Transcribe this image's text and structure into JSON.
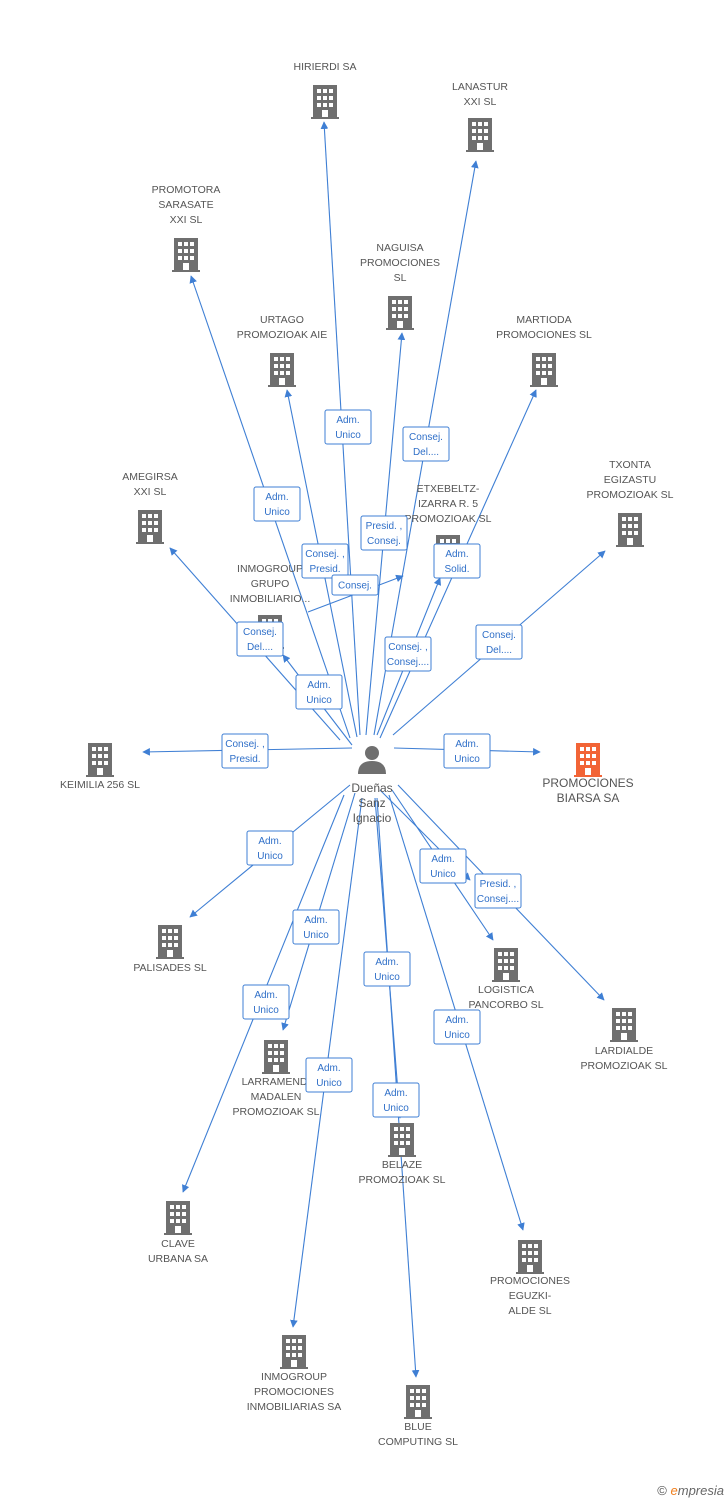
{
  "colors": {
    "edge": "#3f7fd4",
    "building": "#6f6f6f",
    "main_building": "#f26436",
    "person": "#6f6f6f"
  },
  "center": {
    "name_lines": [
      "Dueñas",
      "Sanz",
      "Ignacio"
    ],
    "icon": "person-icon"
  },
  "companies": [
    {
      "id": "hirierdi",
      "lines": [
        "HIRIERDI SA"
      ],
      "icon": "building-icon"
    },
    {
      "id": "lanastur",
      "lines": [
        "LANASTUR",
        "XXI SL"
      ],
      "icon": "building-icon"
    },
    {
      "id": "promotora-sarasate",
      "lines": [
        "PROMOTORA",
        "SARASATE",
        "XXI SL"
      ],
      "icon": "building-icon"
    },
    {
      "id": "naguisa",
      "lines": [
        "NAGUISA",
        "PROMOCIONES",
        "SL"
      ],
      "icon": "building-icon"
    },
    {
      "id": "urtago",
      "lines": [
        "URTAGO",
        "PROMOZIOAK AIE"
      ],
      "icon": "building-icon"
    },
    {
      "id": "martioda",
      "lines": [
        "MARTIODA",
        "PROMOCIONES SL"
      ],
      "icon": "building-icon"
    },
    {
      "id": "amegirsa",
      "lines": [
        "AMEGIRSA",
        "XXI SL"
      ],
      "icon": "building-icon"
    },
    {
      "id": "etxebeltz",
      "lines": [
        "ETXEBELTZ-",
        "IZARRA R. 5",
        "PROMOZIOAK SL"
      ],
      "icon": "building-icon"
    },
    {
      "id": "txonta",
      "lines": [
        "TXONTA",
        "EGIZASTU",
        "PROMOZIOAK SL"
      ],
      "icon": "building-icon"
    },
    {
      "id": "inmogroup-grupo",
      "lines": [
        "INMOGROUP",
        "GRUPO",
        "INMOBILIARIO..."
      ],
      "icon": "building-icon"
    },
    {
      "id": "keimilia",
      "lines": [
        "KEIMILIA 256 SL"
      ],
      "icon": "building-icon"
    },
    {
      "id": "promociones-biarsa",
      "lines": [
        "PROMOCIONES",
        "BIARSA SA"
      ],
      "icon": "building-icon",
      "main": true
    },
    {
      "id": "palisades",
      "lines": [
        "PALISADES SL"
      ],
      "icon": "building-icon"
    },
    {
      "id": "logistica",
      "lines": [
        "LOGISTICA",
        "PANCORBO SL"
      ],
      "icon": "building-icon"
    },
    {
      "id": "lardialde",
      "lines": [
        "LARDIALDE",
        "PROMOZIOAK SL"
      ],
      "icon": "building-icon"
    },
    {
      "id": "larramendi",
      "lines": [
        "LARRAMENDI",
        "MADALEN",
        "PROMOZIOAK SL"
      ],
      "icon": "building-icon"
    },
    {
      "id": "belaze",
      "lines": [
        "BELAZE",
        "PROMOZIOAK SL"
      ],
      "icon": "building-icon"
    },
    {
      "id": "clave",
      "lines": [
        "CLAVE",
        "URBANA SA"
      ],
      "icon": "building-icon"
    },
    {
      "id": "eguzki",
      "lines": [
        "PROMOCIONES",
        "EGUZKI-",
        "ALDE SL"
      ],
      "icon": "building-icon"
    },
    {
      "id": "inmogroup-promociones",
      "lines": [
        "INMOGROUP",
        "PROMOCIONES",
        "INMOBILIARIAS SA"
      ],
      "icon": "building-icon"
    },
    {
      "id": "blue",
      "lines": [
        "BLUE",
        "COMPUTING SL"
      ],
      "icon": "building-icon"
    }
  ],
  "roles": [
    {
      "target": "hirierdi",
      "lines": [
        "Adm.",
        "Unico"
      ]
    },
    {
      "target": "lanastur",
      "lines": [
        "Consej.",
        "Del...."
      ]
    },
    {
      "target": "promotora-sarasate",
      "lines": [
        "Adm.",
        "Unico"
      ]
    },
    {
      "target": "naguisa",
      "lines": [
        "Presid. ,",
        "Consej."
      ]
    },
    {
      "target": "urtago",
      "lines": [
        "Consej. ,",
        "Presid."
      ]
    },
    {
      "target": "etxebeltz",
      "lines": [
        "Consej."
      ]
    },
    {
      "target": "martioda",
      "lines": [
        "Adm.",
        "Solid."
      ]
    },
    {
      "target": "txonta",
      "lines": [
        "Consej.",
        "Del...."
      ]
    },
    {
      "target": "amegirsa",
      "lines": [
        "Consej.",
        "Del...."
      ]
    },
    {
      "target": "inmogroup-grupo",
      "lines": [
        "Adm.",
        "Unico"
      ]
    },
    {
      "target": "center-up",
      "lines": [
        "Consej. ,",
        "Consej...."
      ]
    },
    {
      "target": "keimilia",
      "lines": [
        "Consej. ,",
        "Presid."
      ]
    },
    {
      "target": "promociones-biarsa",
      "lines": [
        "Adm.",
        "Unico"
      ]
    },
    {
      "target": "palisades",
      "lines": [
        "Adm.",
        "Unico"
      ]
    },
    {
      "target": "logistica",
      "lines": [
        "Adm.",
        "Unico"
      ]
    },
    {
      "target": "lardialde",
      "lines": [
        "Presid. ,",
        "Consej...."
      ]
    },
    {
      "target": "larramendi",
      "lines": [
        "Adm.",
        "Unico"
      ]
    },
    {
      "target": "clave",
      "lines": [
        "Adm.",
        "Unico"
      ]
    },
    {
      "target": "belaze",
      "lines": [
        "Adm.",
        "Unico"
      ]
    },
    {
      "target": "eguzki",
      "lines": [
        "Adm.",
        "Unico"
      ]
    },
    {
      "target": "inmogroup-promociones",
      "lines": [
        "Adm.",
        "Unico"
      ]
    },
    {
      "target": "blue",
      "lines": [
        "Adm.",
        "Unico"
      ]
    }
  ],
  "watermark": {
    "symbol": "©",
    "brand_initial": "e",
    "brand_rest": "mpresia"
  }
}
